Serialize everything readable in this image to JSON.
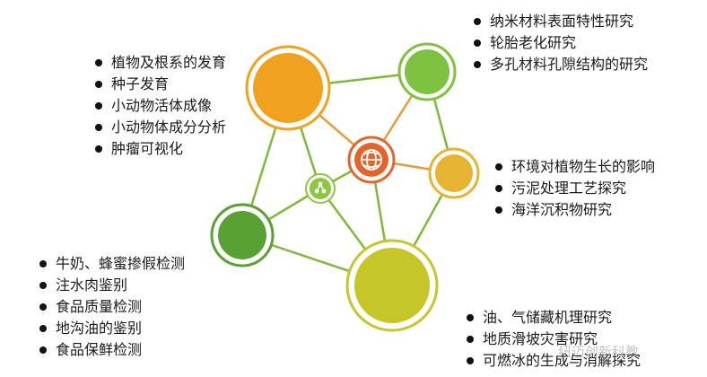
{
  "colors": {
    "orange": "#f0a21e",
    "light_green": "#7fc241",
    "amber": "#e6b432",
    "dark_green": "#58a233",
    "yellow_green": "#c6c629",
    "lime": "#8dc63f",
    "center": "#e2652d",
    "line_green": "#7cbb3a",
    "line_orange": "#e89a3a"
  },
  "icons": {
    "hub": "globe-icon",
    "node": "share-nodes-icon"
  },
  "groups": {
    "top_left": [
      "植物及根系的发育",
      "种子发育",
      "小动物活体成像",
      "小动物体成分分析",
      "肿瘤可视化"
    ],
    "top_right": [
      "纳米材料表面特性研究",
      "轮胎老化研究",
      "多孔材料孔隙结构的研究"
    ],
    "mid_right": [
      "环境对植物生长的影响",
      "污泥处理工艺探究",
      "海洋沉积物研究"
    ],
    "bottom_left": [
      "牛奶、蜂蜜掺假检测",
      "注水肉鉴别",
      "食品质量检测",
      "地沟油的鉴别",
      "食品保鲜检测"
    ],
    "bottom_right": [
      "油、气储藏机理研究",
      "地质滑坡灾害研究",
      "可燃冰的生成与消解探究"
    ]
  },
  "watermark": "纽迈创新科教"
}
